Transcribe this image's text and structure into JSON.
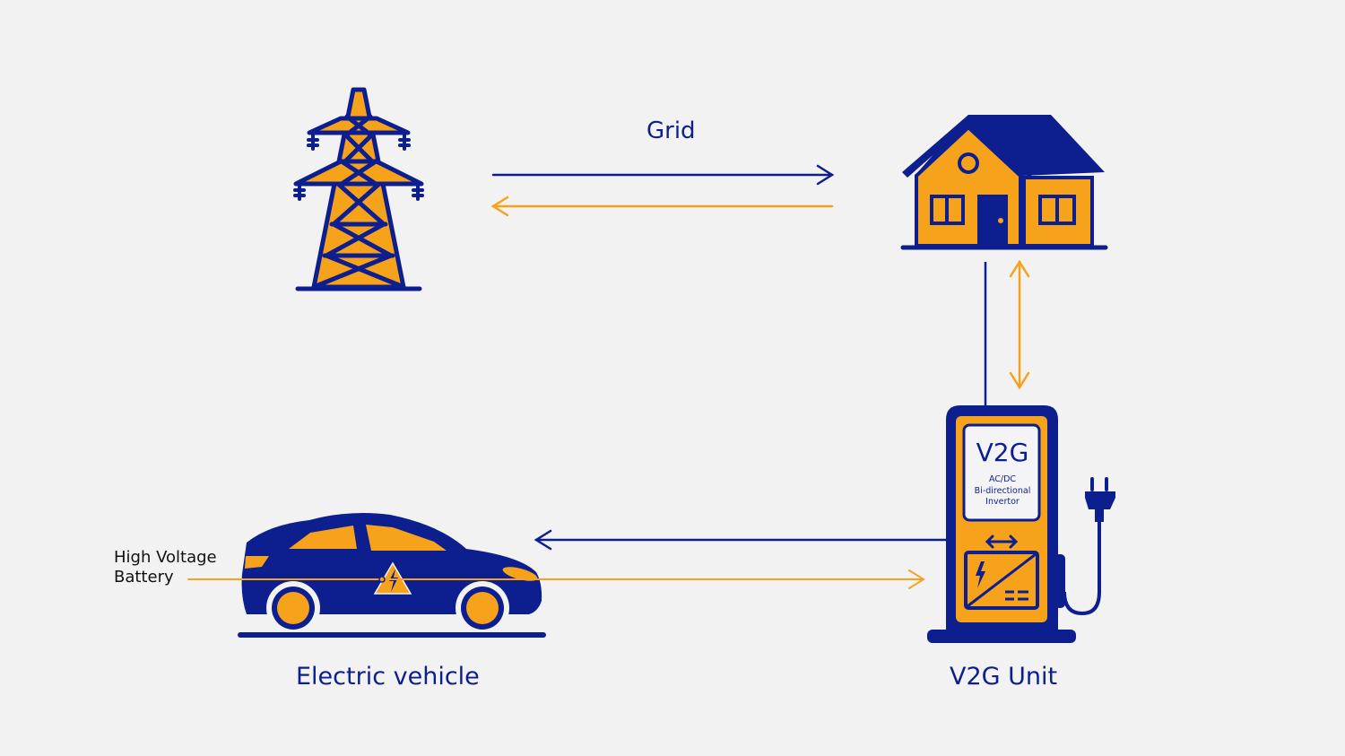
{
  "colors": {
    "primary": "#0d1f8f",
    "accent": "#f7a21b",
    "background": "#f2f2f2"
  },
  "labels": {
    "grid": "Grid",
    "electric_vehicle": "Electric vehicle",
    "v2g_unit": "V2G Unit",
    "battery_line1": "High Voltage",
    "battery_line2": "Battery"
  },
  "v2g_screen": {
    "title": "V2G",
    "line1": "AC/DC",
    "line2": "Bi-directional",
    "line3": "Invertor"
  },
  "nodes": [
    {
      "id": "grid-tower",
      "icon": "transmission-tower-icon"
    },
    {
      "id": "house",
      "icon": "house-icon"
    },
    {
      "id": "v2g-unit",
      "icon": "charging-station-icon"
    },
    {
      "id": "electric-vehicle",
      "icon": "car-icon"
    }
  ],
  "flows": [
    {
      "from": "grid-tower",
      "to": "house",
      "color": "primary"
    },
    {
      "from": "house",
      "to": "grid-tower",
      "color": "accent"
    },
    {
      "from": "house",
      "to": "v2g-unit",
      "color": "accent",
      "bidirectional": true
    },
    {
      "from": "v2g-unit",
      "to": "electric-vehicle",
      "color": "primary"
    },
    {
      "from": "electric-vehicle",
      "to": "v2g-unit",
      "color": "accent"
    }
  ]
}
